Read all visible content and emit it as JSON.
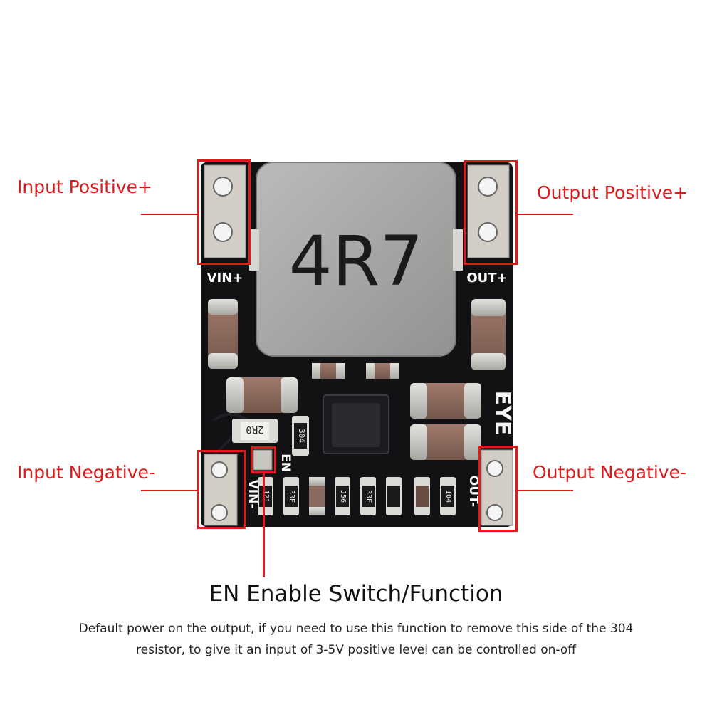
{
  "callouts": {
    "input_positive": "Input Positive+",
    "output_positive": "Output Positive+",
    "input_negative": "Input Negative-",
    "output_negative": "Output Negative-"
  },
  "board": {
    "inductor_marking": "4R7",
    "silkscreen": {
      "vin_plus": "VIN+",
      "out_plus": "OUT+",
      "vin_minus": "VIN-",
      "out_minus": "OUT-",
      "en": "EN",
      "brand": "EYE"
    },
    "resistor_markings": [
      "2R0",
      "304",
      "121",
      "33E",
      "J56",
      "33E",
      "104"
    ]
  },
  "caption": {
    "title": "EN Enable Switch/Function",
    "description": "Default power on the output, if you need to use this function to remove this side of the 304 resistor, to give it an input of 3-5V positive level can be controlled on-off"
  },
  "colors": {
    "accent_red": "#e0191b",
    "pcb_black": "#111114",
    "inductor_gray": "#a8a6a4"
  }
}
